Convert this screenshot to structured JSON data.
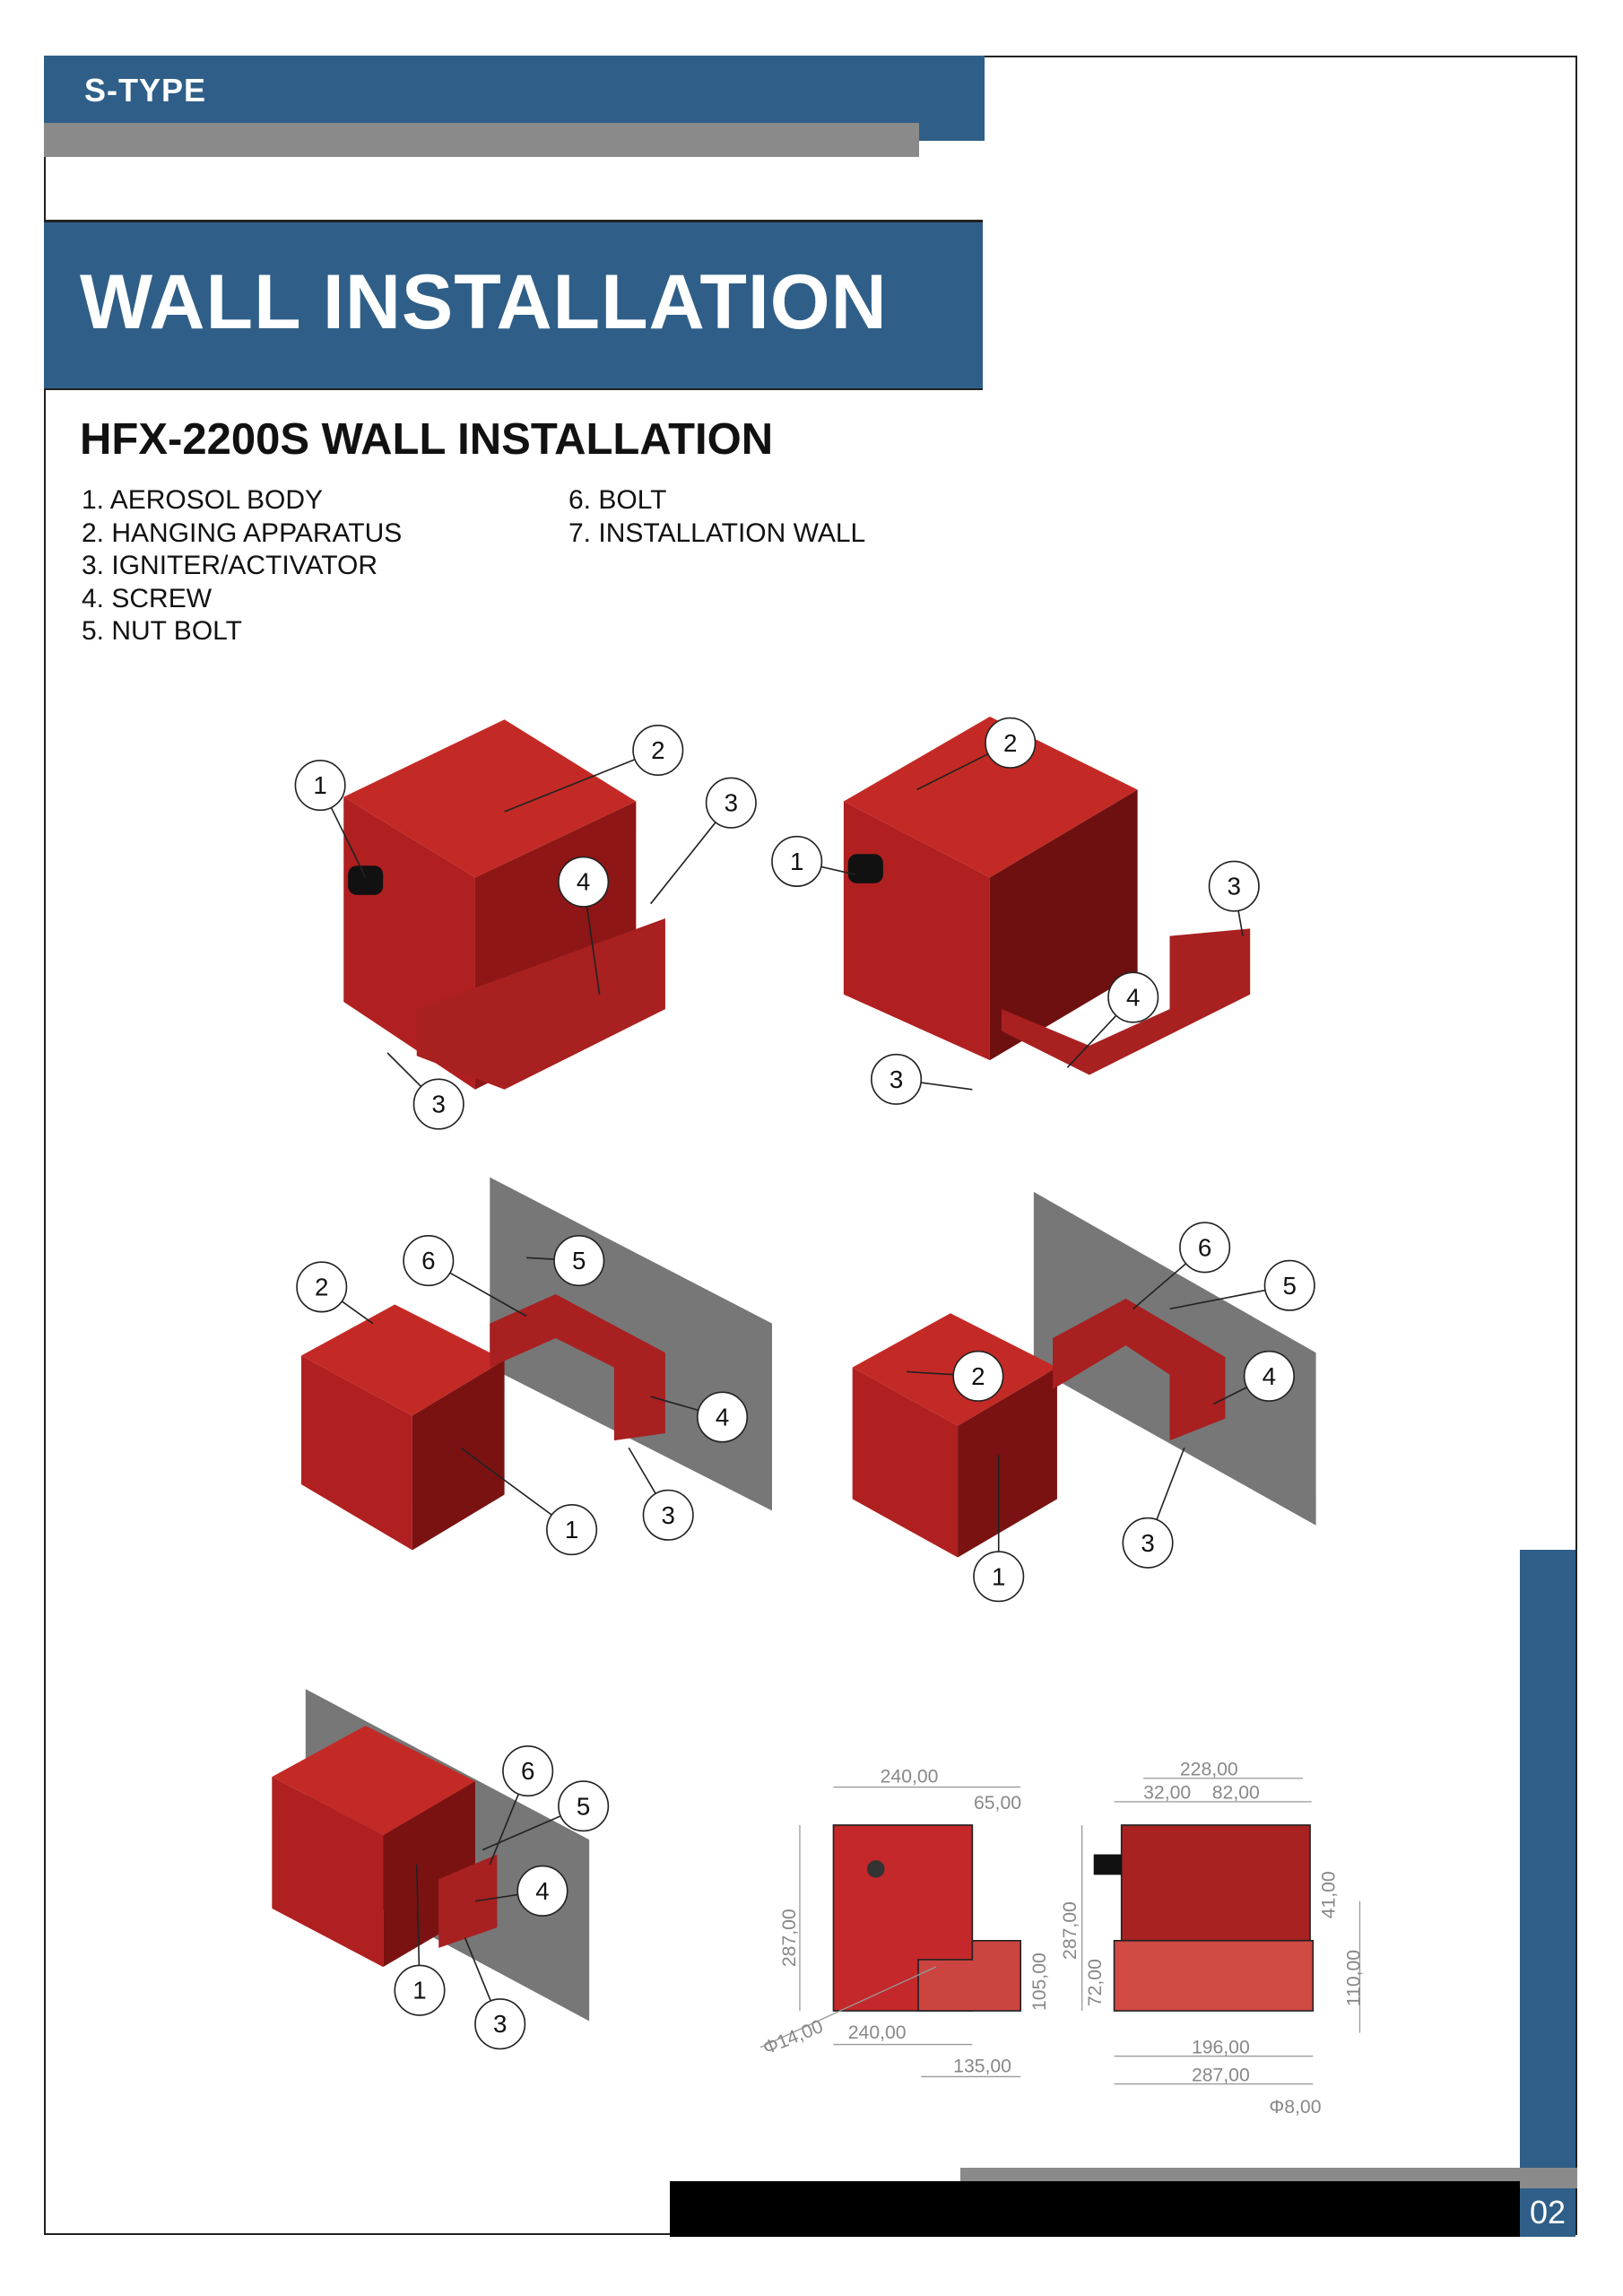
{
  "header": {
    "series": "S-TYPE",
    "title": "WALL INSTALLATION"
  },
  "subtitle": "HFX-2200S WALL INSTALLATION",
  "parts_col1": [
    "1. AEROSOL BODY",
    "2. HANGING APPARATUS",
    "3. IGNITER/ACTIVATOR",
    "4. SCREW",
    "5. NUT BOLT"
  ],
  "parts_col2": [
    "6. BOLT",
    "7. INSTALLATION WALL"
  ],
  "figures": [
    {
      "callouts": [
        "1",
        "2",
        "3",
        "4",
        "3"
      ]
    },
    {
      "callouts": [
        "2",
        "1",
        "3",
        "4",
        "3"
      ]
    },
    {
      "callouts": [
        "2",
        "6",
        "5",
        "4",
        "1",
        "3"
      ]
    },
    {
      "callouts": [
        "6",
        "5",
        "4",
        "2",
        "1",
        "3"
      ]
    },
    {
      "callouts": [
        "6",
        "5",
        "4",
        "1",
        "3"
      ]
    }
  ],
  "dimensions": {
    "side": {
      "width_top": "240,00",
      "offset": "65,00",
      "height": "287,00",
      "bracket_h": "105,00",
      "hole": "Φ14,00",
      "width_bottom": "240,00",
      "bracket_w": "135,00"
    },
    "front": {
      "total_top": "228,00",
      "a": "32,00",
      "b": "82,00",
      "height": "287,00",
      "bracket_h": "72,00",
      "c": "41,00",
      "d": "110,00",
      "holes_w": "196,00",
      "total_w": "287,00",
      "hole": "Φ8,00"
    }
  },
  "footer": {
    "page": "02"
  },
  "colors": {
    "brand_blue": "#2f5f88",
    "gray": "#8a8a8a",
    "unit_red": "#b02020"
  }
}
